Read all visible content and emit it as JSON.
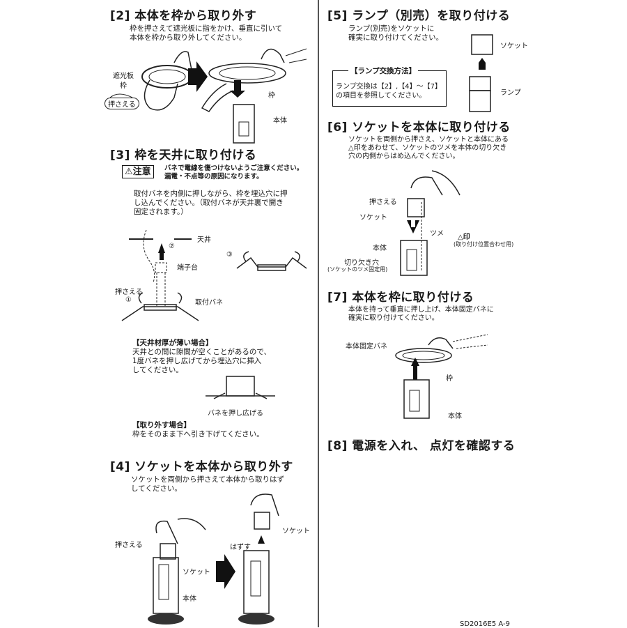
{
  "s2": {
    "title": "[2] 本体を枠から取り外す",
    "lines": [
      "枠を押さえて遮光板に指をかけ、垂直に引いて",
      "本体を枠から取り外してください。"
    ],
    "labels": {
      "shade": "遮光板",
      "frame": "枠",
      "press": "押さえる",
      "frame2": "枠",
      "body": "本体"
    }
  },
  "s3": {
    "title": "[3] 枠を天井に取り付ける",
    "caution_label": "⚠注意",
    "caution_lines": [
      "バネで電線を傷つけないようご注意ください。",
      "漏電・不点等の原因になります。"
    ],
    "lines": [
      "取付バネを内側に押しながら、枠を埋込穴に押",
      "し込んでください。（取付バネが天井裏で開き",
      "固定されます。）"
    ],
    "labels": {
      "ceiling": "天井",
      "terminal": "端子台",
      "press": "押さえる",
      "spring": "取付バネ",
      "n1": "①",
      "n2": "②",
      "n3": "③"
    },
    "thin_title": "【天井材厚が薄い場合】",
    "thin_lines": [
      "天井との間に隙間が空くことがあるので、",
      "1度バネを押し広げてから埋込穴に挿入",
      "してください。"
    ],
    "spread_label": "バネを押し広げる",
    "remove_title": "【取り外す場合】",
    "remove_line": "枠をそのまま下へ引き下げてください。"
  },
  "s4": {
    "title": "[4] ソケットを本体から取り外す",
    "lines": [
      "ソケットを両側から押さえて本体から取りはず",
      "してください。"
    ],
    "labels": {
      "press": "押さえる",
      "socket": "ソケット",
      "body": "本体",
      "remove": "はずす",
      "socket2": "ソケット"
    }
  },
  "s5": {
    "title": "[5] ランプ（別売）を取り付ける",
    "lines": [
      "ランプ(別売)をソケットに",
      "確実に取り付けてください。"
    ],
    "box_title": "【ランプ交換方法】",
    "box_lines": [
      "ランプ交換は【2】,【4】～【7】",
      "の項目を参照してください。"
    ],
    "labels": {
      "socket": "ソケット",
      "lamp": "ランプ"
    }
  },
  "s6": {
    "title": "[6] ソケットを本体に取り付ける",
    "lines": [
      "ソケットを両側から押さえ、ソケットと本体にある",
      "△印をあわせて、ソケットのツメを本体の切り欠き",
      "穴の内側からはめ込んでください。"
    ],
    "labels": {
      "press": "押さえる",
      "socket": "ソケット",
      "claw": "ツメ",
      "mark": "△印",
      "mark_note": "(取り付け位置合わせ用)",
      "body": "本体",
      "notch": "切り欠き穴",
      "notch_note": "(ソケットのツメ固定用)"
    }
  },
  "s7": {
    "title": "[7] 本体を枠に取り付ける",
    "lines": [
      "本体を持って垂直に押し上げ、本体固定バネに",
      "確実に取り付けてください。"
    ],
    "labels": {
      "spring": "本体固定バネ",
      "frame": "枠",
      "body": "本体"
    }
  },
  "s8": {
    "title": "[8] 電源を入れ、 点灯を確認する"
  },
  "footer": {
    "code": "SD2016E5  A-9"
  }
}
